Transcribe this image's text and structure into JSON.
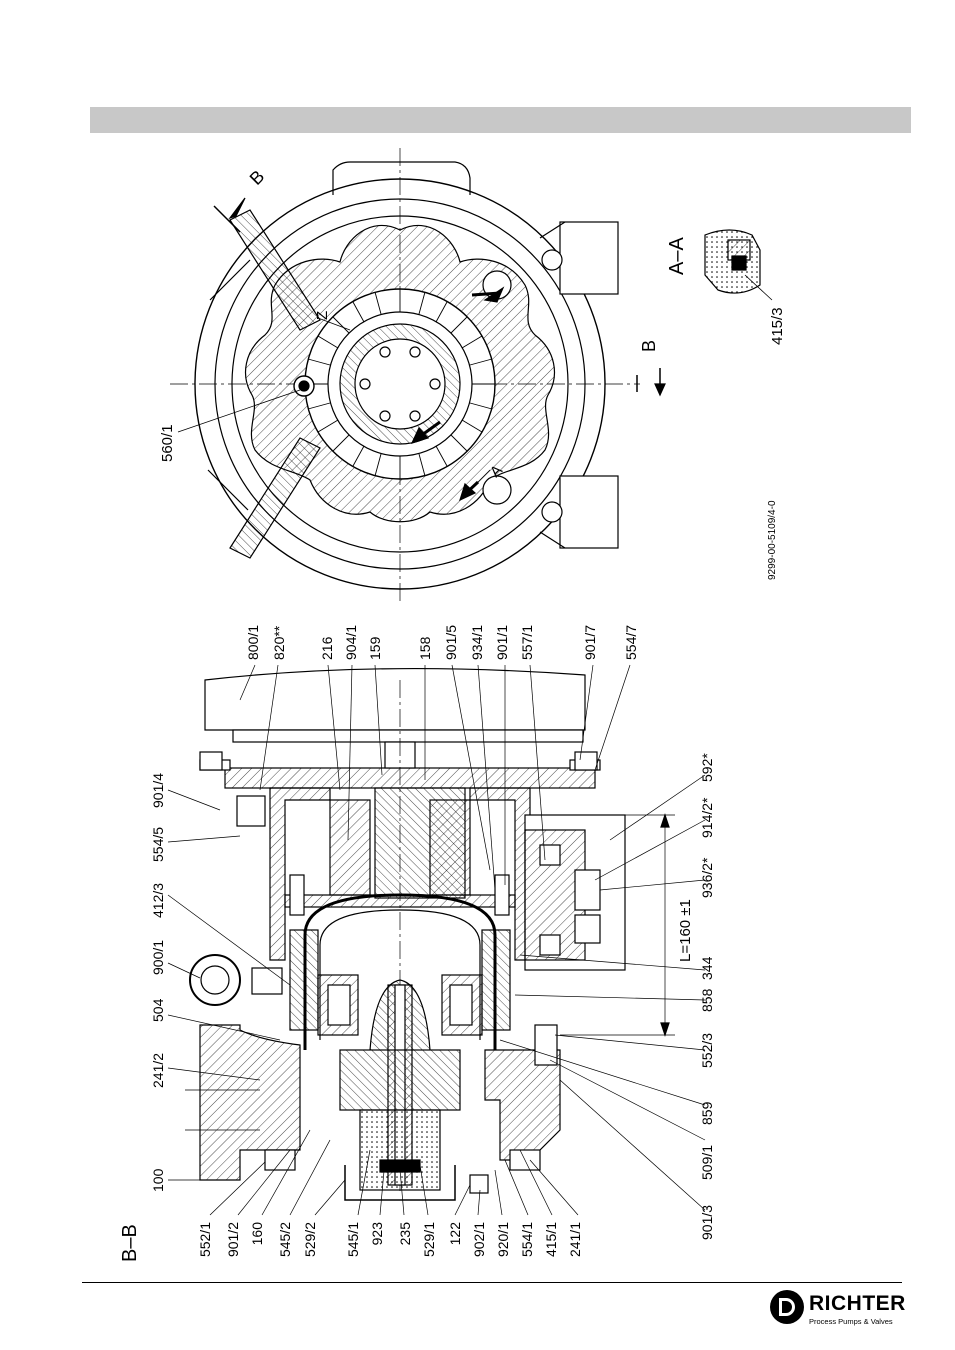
{
  "section_labels": {
    "bb": "B–B",
    "aa": "A–A",
    "b_top": "B",
    "b_right": "B",
    "z": "Z",
    "a": "A"
  },
  "detail_label": "415/3",
  "top_part_label": "560/1",
  "drawing_number": "9299-00-5109/4-0",
  "part_labels_bottom": [
    "552/1",
    "901/2",
    "160",
    "545/2",
    "529/2",
    "545/1",
    "923",
    "235",
    "529/1",
    "122",
    "902/1",
    "920/1",
    "554/1",
    "415/1",
    "241/1"
  ],
  "part_labels_left": [
    "100",
    "241/2",
    "504",
    "900/1",
    "412/3",
    "554/5",
    "901/4"
  ],
  "part_labels_top": [
    "800/1",
    "820**",
    "216",
    "904/1",
    "159",
    "158",
    "901/5",
    "934/1",
    "901/1",
    "557/1",
    "901/7",
    "554/7"
  ],
  "part_labels_right": [
    "592*",
    "914/2*",
    "936/2*",
    "344",
    "858",
    "552/3",
    "859",
    "509/1",
    "901/3"
  ],
  "dimension_label": "L=160 ±1",
  "logo": {
    "name": "RICHTER",
    "tagline": "Process Pumps & Valves"
  }
}
